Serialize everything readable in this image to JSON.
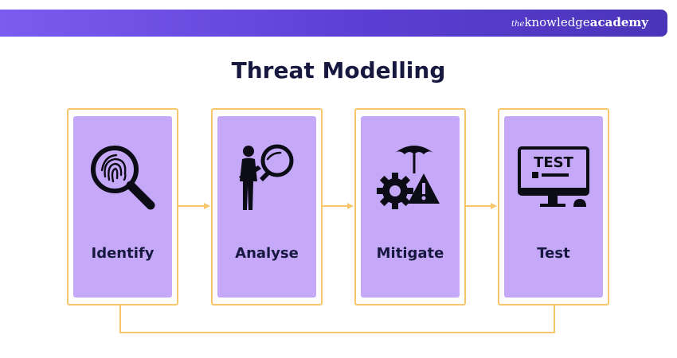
{
  "header": {
    "brand_prefix": "the",
    "brand_main": "knowledge",
    "brand_accent": "academy",
    "banner_colors": [
      "#7b5cf0",
      "#4a34b8"
    ]
  },
  "title": "Threat Modelling",
  "colors": {
    "card_border": "#f7c56a",
    "card_fill": "#c5a8f8",
    "text": "#17183f",
    "connector": "#f7c56a"
  },
  "steps": [
    {
      "label": "Identify",
      "icon": "fingerprint-magnifier-icon"
    },
    {
      "label": "Analyse",
      "icon": "person-magnifier-icon"
    },
    {
      "label": "Mitigate",
      "icon": "gear-umbrella-warning-icon"
    },
    {
      "label": "Test",
      "icon": "test-monitor-icon"
    }
  ]
}
